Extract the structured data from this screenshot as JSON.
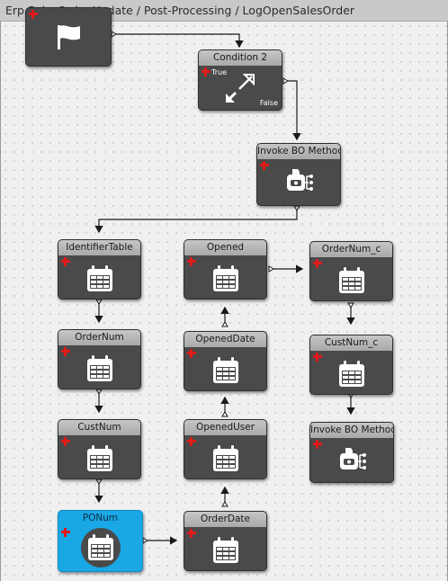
{
  "window": {
    "title": "Erp.SalesOrder.Update / Post-Processing / LogOpenSalesOrder"
  },
  "nodes": {
    "start": {
      "title": ""
    },
    "condition": {
      "title": "Condition 2",
      "true_label": "True",
      "false_label": "False"
    },
    "invoke1": {
      "title": "Invoke BO Method"
    },
    "identifier": {
      "title": "IdentifierTable"
    },
    "ordernum": {
      "title": "OrderNum"
    },
    "custnum": {
      "title": "CustNum"
    },
    "ponum": {
      "title": "PONum"
    },
    "orderdate": {
      "title": "OrderDate"
    },
    "openeduser": {
      "title": "OpenedUser"
    },
    "openeddate": {
      "title": "OpenedDate"
    },
    "opened": {
      "title": "Opened"
    },
    "ordernumc": {
      "title": "OrderNum_c"
    },
    "custnumc": {
      "title": "CustNum_c"
    },
    "invoke2": {
      "title": "Invoke BO Method"
    }
  },
  "colors": {
    "node_body": "#4a4a4a",
    "node_header": "#b7b7b7",
    "selected": "#1aa7e6",
    "plus": "#e11a1a"
  }
}
